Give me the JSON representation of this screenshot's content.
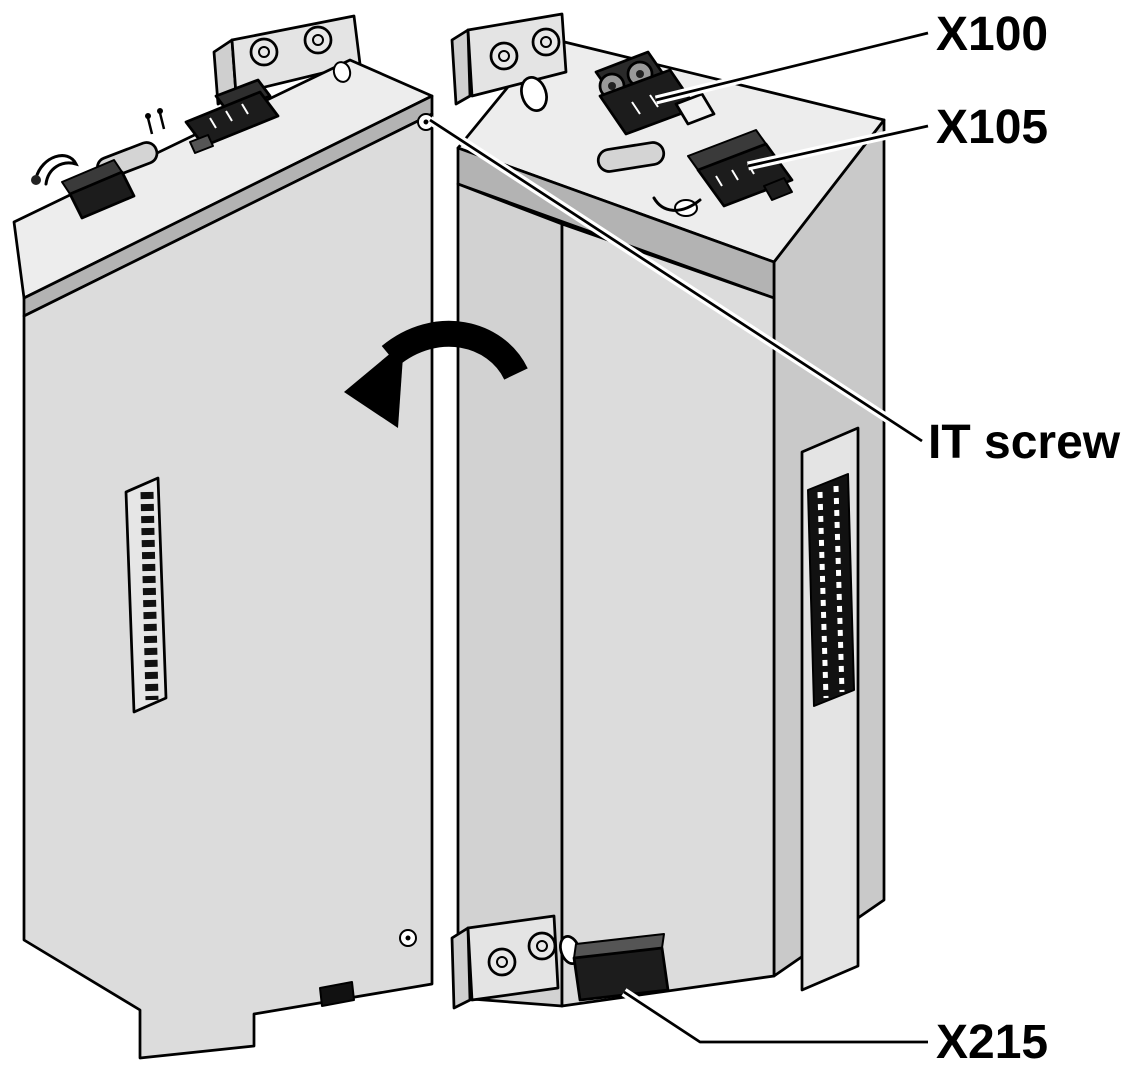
{
  "figure": {
    "labels": {
      "x100": "X100",
      "x105": "X105",
      "it_screw": "IT screw",
      "x215": "X215"
    },
    "colors": {
      "background": "#ffffff",
      "outline": "#000000",
      "front_face": "#dcdcdc",
      "top_face": "#ededed",
      "bevel": "#b3b3b3",
      "side_face": "#c9c9c9",
      "bracket": "#e4e4e4",
      "connector_dark": "#1c1c1c",
      "label_text": "#000000"
    }
  }
}
